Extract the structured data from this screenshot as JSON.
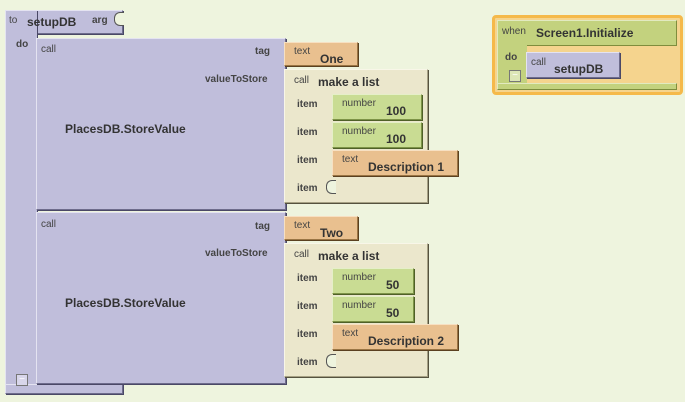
{
  "procedure": {
    "to_label": "to",
    "name": "setupDB",
    "arg_label": "arg",
    "do_label": "do",
    "calls": [
      {
        "call_label": "call",
        "method": "PlacesDB.StoreValue",
        "tag_label": "tag",
        "tag": {
          "type_label": "text",
          "value": "One"
        },
        "value_label": "valueToStore",
        "list": {
          "call_label": "call",
          "name": "make a list",
          "items": [
            {
              "label": "item",
              "type_label": "number",
              "value": "100"
            },
            {
              "label": "item",
              "type_label": "number",
              "value": "100"
            },
            {
              "label": "item",
              "type_label": "text",
              "value": "Description 1"
            },
            {
              "label": "item"
            }
          ]
        }
      },
      {
        "call_label": "call",
        "method": "PlacesDB.StoreValue",
        "tag_label": "tag",
        "tag": {
          "type_label": "text",
          "value": "Two"
        },
        "value_label": "valueToStore",
        "list": {
          "call_label": "call",
          "name": "make a list",
          "items": [
            {
              "label": "item",
              "type_label": "number",
              "value": "50"
            },
            {
              "label": "item",
              "type_label": "number",
              "value": "50"
            },
            {
              "label": "item",
              "type_label": "text",
              "value": "Description 2"
            },
            {
              "label": "item"
            }
          ]
        }
      }
    ],
    "collapse_symbol": "−"
  },
  "event": {
    "when_label": "when",
    "name": "Screen1.Initialize",
    "do_label": "do",
    "call_label": "call",
    "call_name": "setupDB",
    "collapse_symbol": "−"
  }
}
